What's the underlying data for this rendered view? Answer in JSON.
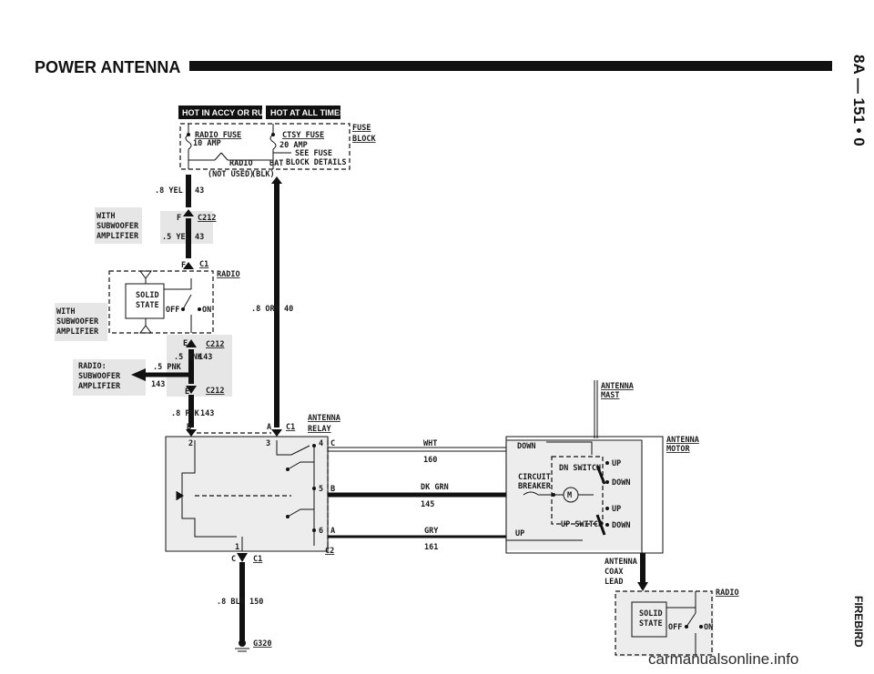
{
  "header": {
    "title": "POWER ANTENNA"
  },
  "side": {
    "page_id": "8A — 151 • 0",
    "vehicle": "FIREBIRD"
  },
  "tags": {
    "hot_accy": "HOT IN ACCY OR RUN",
    "hot_all": "HOT AT ALL TIMES"
  },
  "fuse_block": {
    "radio_fuse": "RADIO FUSE",
    "radio_amp": "10 AMP",
    "ctsy_fuse": "CTSY FUSE",
    "ctsy_amp": "20 AMP",
    "see_fuse": "SEE FUSE",
    "block_details": "BLOCK DETAILS",
    "bat": "BAT",
    "radio": "RADIO",
    "label_fuse": "FUSE",
    "label_block": "BLOCK",
    "not_used": "(NOT USED)",
    "blk": "(BLK)"
  },
  "wires": {
    "w1": ".8 YEL",
    "w1_num": "43",
    "w2": ".5 YEL",
    "w2_num": "43",
    "w3": ".8 ORN",
    "w3_num": "40",
    "w4": ".5 PNK",
    "w4_num": "143",
    "w5": ".5 PNK",
    "w5_num": "143",
    "w6": ".8 PNK",
    "w6_num": "143",
    "w7": ".8 BLK",
    "w7_num": "150",
    "wht": "WHT",
    "wht_num": "160",
    "dkgrn": "DK GRN",
    "dkgrn_num": "145",
    "gry": "GRY",
    "gry_num": "161"
  },
  "connectors": {
    "c212_top": "C212",
    "f1": "F",
    "f2": "F",
    "c1_top": "C1",
    "e1": "E",
    "c212_mid": "C212",
    "e2": "E",
    "c212_low": "C212",
    "b": "B",
    "a": "A",
    "c1_relay": "C1",
    "c_bot": "C",
    "c1_bot": "C1",
    "c2": "C2",
    "pin_c": "C",
    "pin_b": "B",
    "pin_a": "A",
    "pin2": "2",
    "pin3": "3",
    "pin4": "4",
    "pin5": "5",
    "pin6": "6",
    "pin1": "1"
  },
  "notes": {
    "with_sub_1": [
      "WITH",
      "SUBWOOFER",
      "AMPLIFIER"
    ],
    "with_sub_2": [
      "WITH",
      "SUBWOOFER",
      "AMPLIFIER"
    ],
    "radio_sub": [
      "RADIO:",
      "SUBWOOFER",
      "AMPLIFIER"
    ]
  },
  "radio_unit": {
    "radio": "RADIO",
    "solid": "SOLID",
    "state": "STATE",
    "off": "OFF",
    "on": "ON"
  },
  "relay": {
    "antenna": "ANTENNA",
    "relay": "RELAY"
  },
  "motor": {
    "mast_1": "ANTENNA",
    "mast_2": "MAST",
    "motor_1": "ANTENNA",
    "motor_2": "MOTOR",
    "down": "DOWN",
    "up": "UP",
    "dn_switch": "DN SWITCH",
    "up_switch": "UP SWITCH",
    "circuit": "CIRCUIT",
    "breaker": "BREAKER",
    "m": "M",
    "up1": "UP",
    "down1": "DOWN",
    "up2": "UP",
    "down2": "DOWN"
  },
  "coax": {
    "l1": "ANTENNA",
    "l2": "COAX",
    "l3": "LEAD"
  },
  "radio2": {
    "radio": "RADIO",
    "solid": "SOLID",
    "state": "STATE",
    "off": "OFF",
    "on": "ON"
  },
  "ground": {
    "g": "G320"
  },
  "watermark": "carmanualsonline.info"
}
